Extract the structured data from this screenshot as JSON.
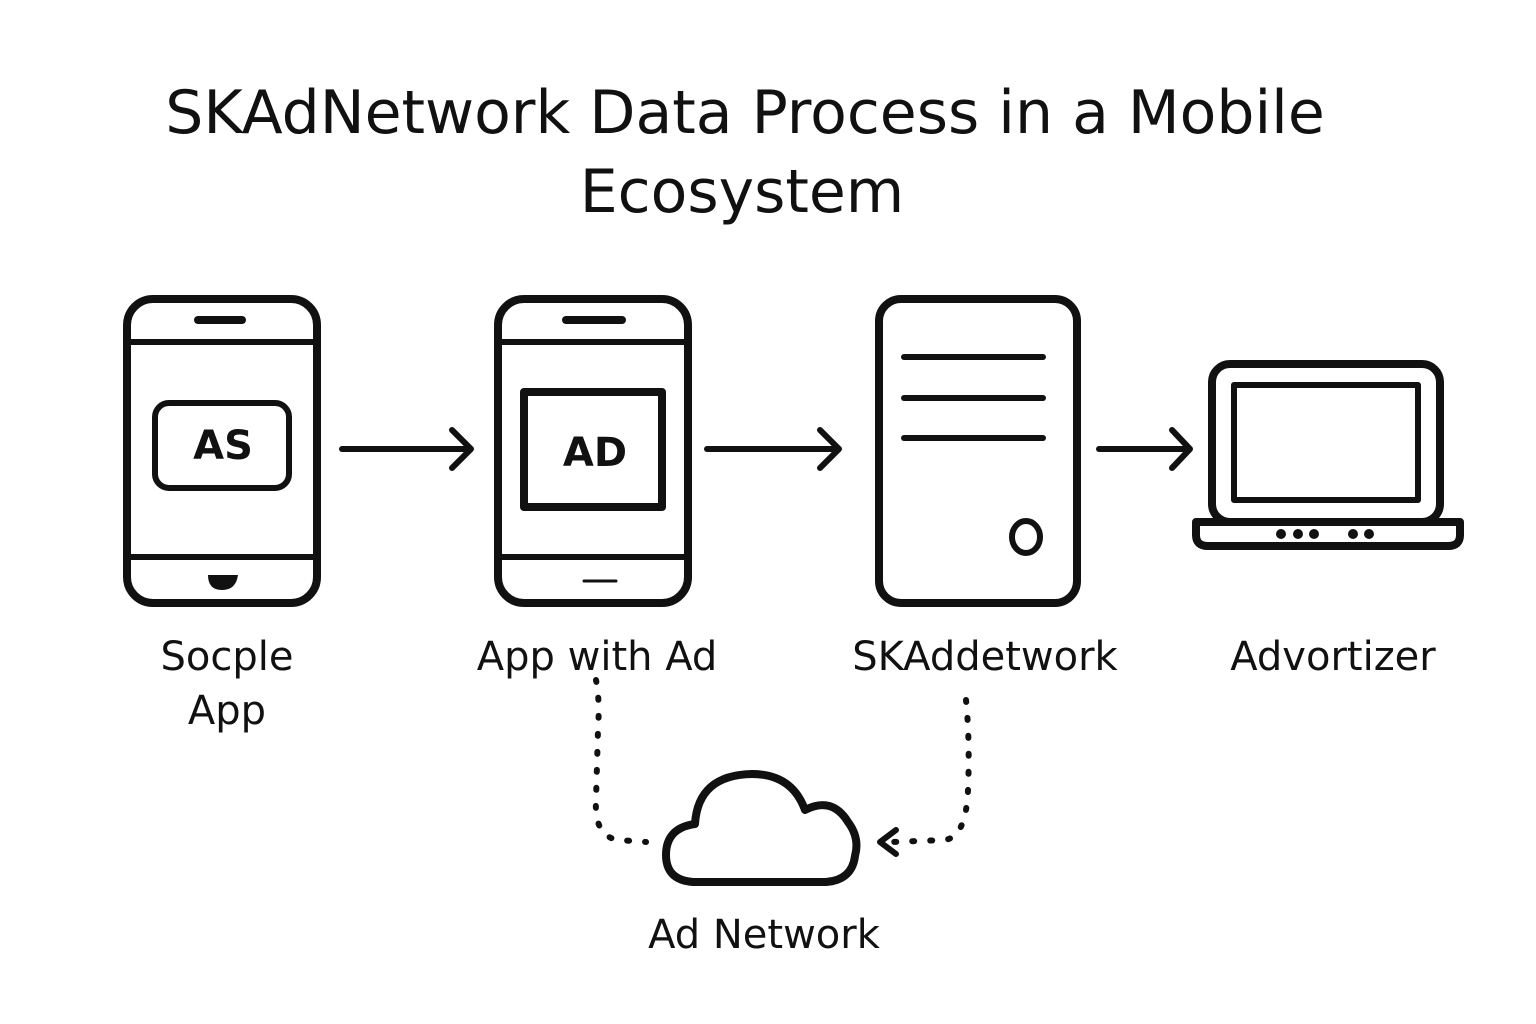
{
  "title": {
    "line1": "SKAdNetwork Data Process in a Mobile",
    "line2": "Ecosystem"
  },
  "nodes": [
    {
      "id": "source-app",
      "icon": "smartphone-icon",
      "screen_text": "AS",
      "label_lines": [
        "Socple",
        "App"
      ]
    },
    {
      "id": "app-with-ad",
      "icon": "smartphone-icon",
      "screen_text": "AD",
      "label_lines": [
        "App with Ad"
      ]
    },
    {
      "id": "skadnetwork",
      "icon": "server-icon",
      "label_lines": [
        "SKAddetwork"
      ]
    },
    {
      "id": "advertizer",
      "icon": "laptop-icon",
      "label_lines": [
        "Advortizer"
      ]
    },
    {
      "id": "ad-network",
      "icon": "cloud-icon",
      "label_lines": [
        "Ad Network"
      ]
    }
  ],
  "colors": {
    "stroke": "#111111",
    "background": "#ffffff"
  }
}
